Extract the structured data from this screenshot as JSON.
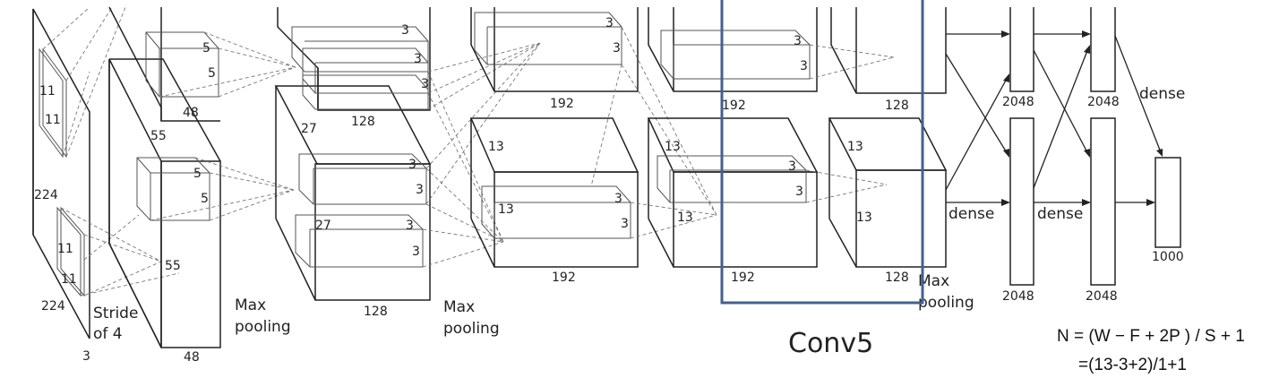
{
  "input": {
    "dim_11a": "11",
    "dim_11b": "11",
    "dim_224_side": "224",
    "dim_224_bottom": "224",
    "dim_11c": "11",
    "dim_11d": "11",
    "depth": "3",
    "stride_line1": "Stride",
    "stride_line2": "of 4"
  },
  "conv1": {
    "k5_top_a": "5",
    "k5_top_b": "5",
    "k5_bot_a": "5",
    "k5_bot_b": "5",
    "dim55": "55",
    "dim55_b": "55",
    "depth_top": "48",
    "depth_bottom": "48"
  },
  "pool1": {
    "line1": "Max",
    "line2": "pooling"
  },
  "conv2": {
    "dim27": "27",
    "dim27_b": "27",
    "k3_a": "3",
    "k3_b": "3",
    "k3_c": "3",
    "k3_d": "3",
    "k3_e": "3",
    "k3_f": "3",
    "k3_g": "3",
    "depth_top": "128",
    "depth_bottom": "128"
  },
  "pool2": {
    "line1": "Max",
    "line2": "pooling"
  },
  "conv3": {
    "k3_a": "3",
    "k3_b": "3",
    "k3_c": "3",
    "k3_d": "3",
    "dim13_a": "13",
    "dim13_b": "13",
    "depth_top": "192",
    "depth_bottom": "192"
  },
  "conv4": {
    "k3_a": "3",
    "k3_b": "3",
    "k3_c": "3",
    "k3_d": "3",
    "dim13_a": "13",
    "dim13_b": "13",
    "depth_top": "192",
    "depth_bottom": "192"
  },
  "conv5": {
    "dim13_a": "13",
    "dim13_b": "13",
    "depth_top": "128",
    "depth_bottom": "128",
    "highlight_label": "Conv5"
  },
  "pool3": {
    "line1": "Max",
    "line2": "pooling"
  },
  "fc": {
    "dense_a": "dense",
    "dense_b": "dense",
    "dense_c": "dense",
    "fc6_top": "2048",
    "fc6_bottom": "2048",
    "fc7_top": "2048",
    "fc7_bottom": "2048",
    "output": "1000"
  },
  "formula": {
    "line1": "N = (W − F + 2P ) / S + 1",
    "line2": "=(13-3+2)/1+1"
  },
  "colors": {
    "highlight": "#43618f",
    "lines": "#222222"
  }
}
